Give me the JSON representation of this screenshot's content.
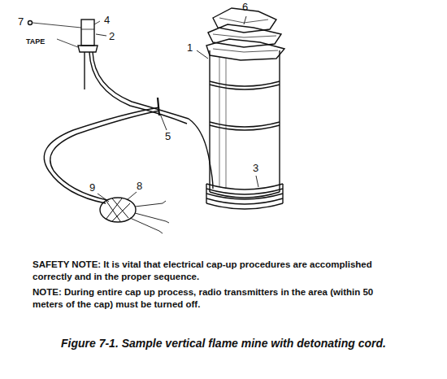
{
  "diagram": {
    "caption": "Figure 7-1. Sample vertical flame mine with detonating cord.",
    "labels": [
      "7",
      "4",
      "TAPE",
      "2",
      "6",
      "1",
      "5",
      "3",
      "9",
      "8",
      "SAFETY NOTE: It is vital that electrical cap-up procedures are accomplished correctly and in the proper sequence.",
      "NOTE: During entire cap up process, radio transmitters in the area (within 50 meters of the cap) must be turned off."
    ]
  }
}
